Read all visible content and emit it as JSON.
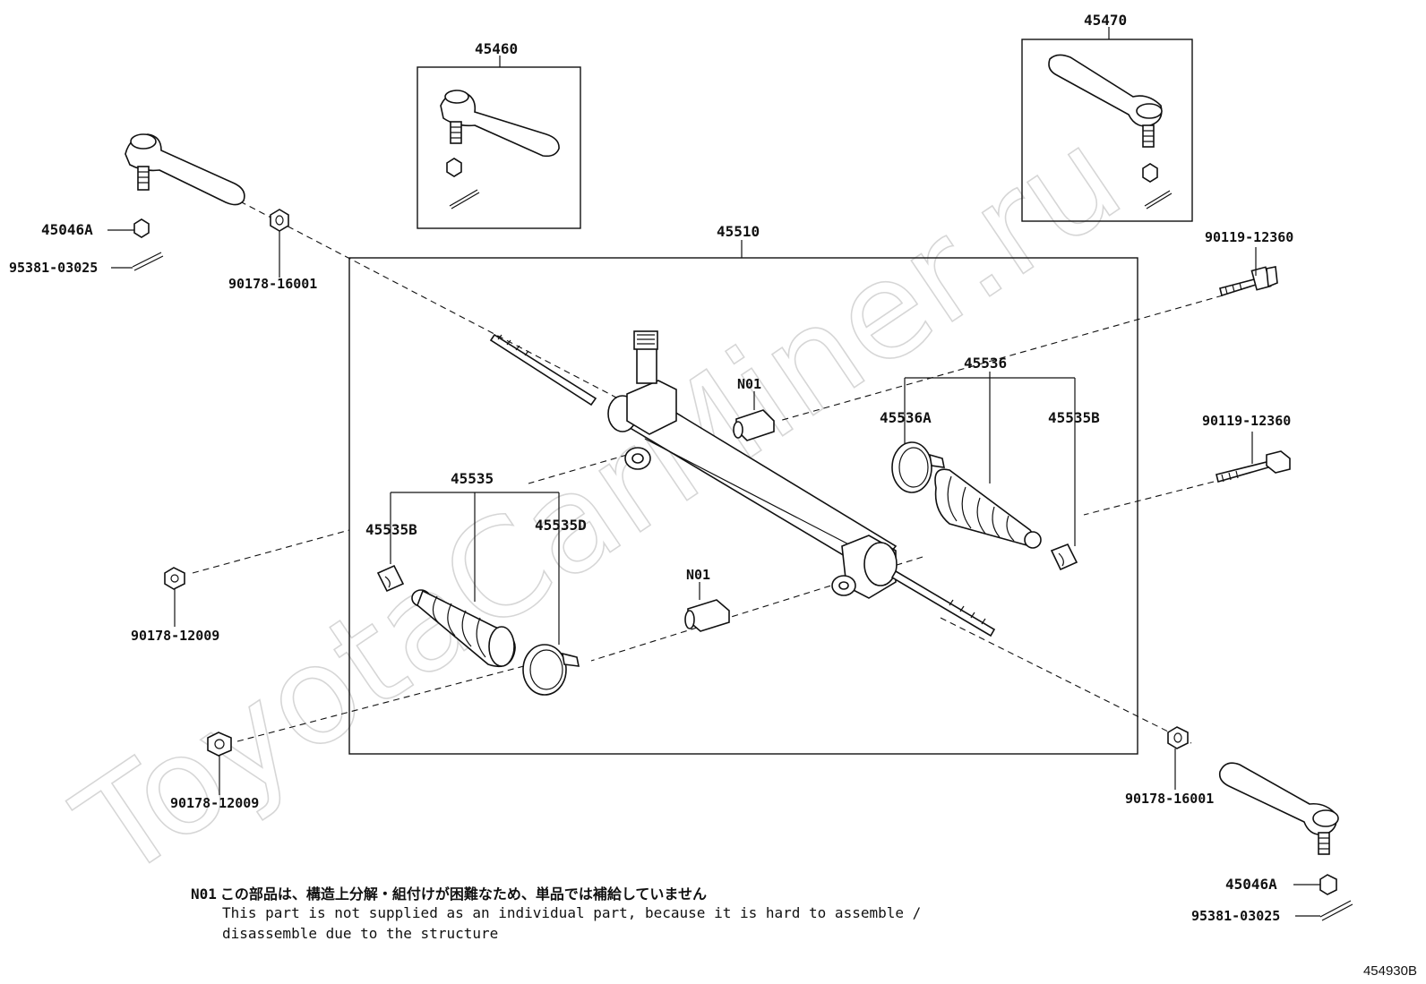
{
  "watermark": "ToyotaCarMiner.ru",
  "figure_id": "454930B",
  "labels": {
    "tie_rod_end_box_left": "45460",
    "tie_rod_end_box_right": "45470",
    "gear_assembly": "45510",
    "nut_left": "45046A",
    "cotter_left": "95381-03025",
    "bushing_left": "90178-16001",
    "bolt_upper": "90119-12360",
    "bolt_lower": "90119-12360",
    "n01_upper": "N01",
    "n01_lower": "N01",
    "boot_kit_right": "45536",
    "clamp_right": "45536A",
    "clip_right": "45535B",
    "boot_kit_left": "45535",
    "clip_left": "45535B",
    "clamp_left": "45535D",
    "nut_mount_upper": "90178-12009",
    "nut_mount_lower": "90178-12009",
    "bushing_right": "90178-16001",
    "nut_right": "45046A",
    "cotter_right": "95381-03025"
  },
  "note": {
    "code": "N01",
    "japanese": "この部品は、構造上分解・組付けが困難なため、単品では補給していません",
    "english_line1": "This part is not supplied as an individual part, because it is hard to assemble /",
    "english_line2": "disassemble due to the structure"
  }
}
